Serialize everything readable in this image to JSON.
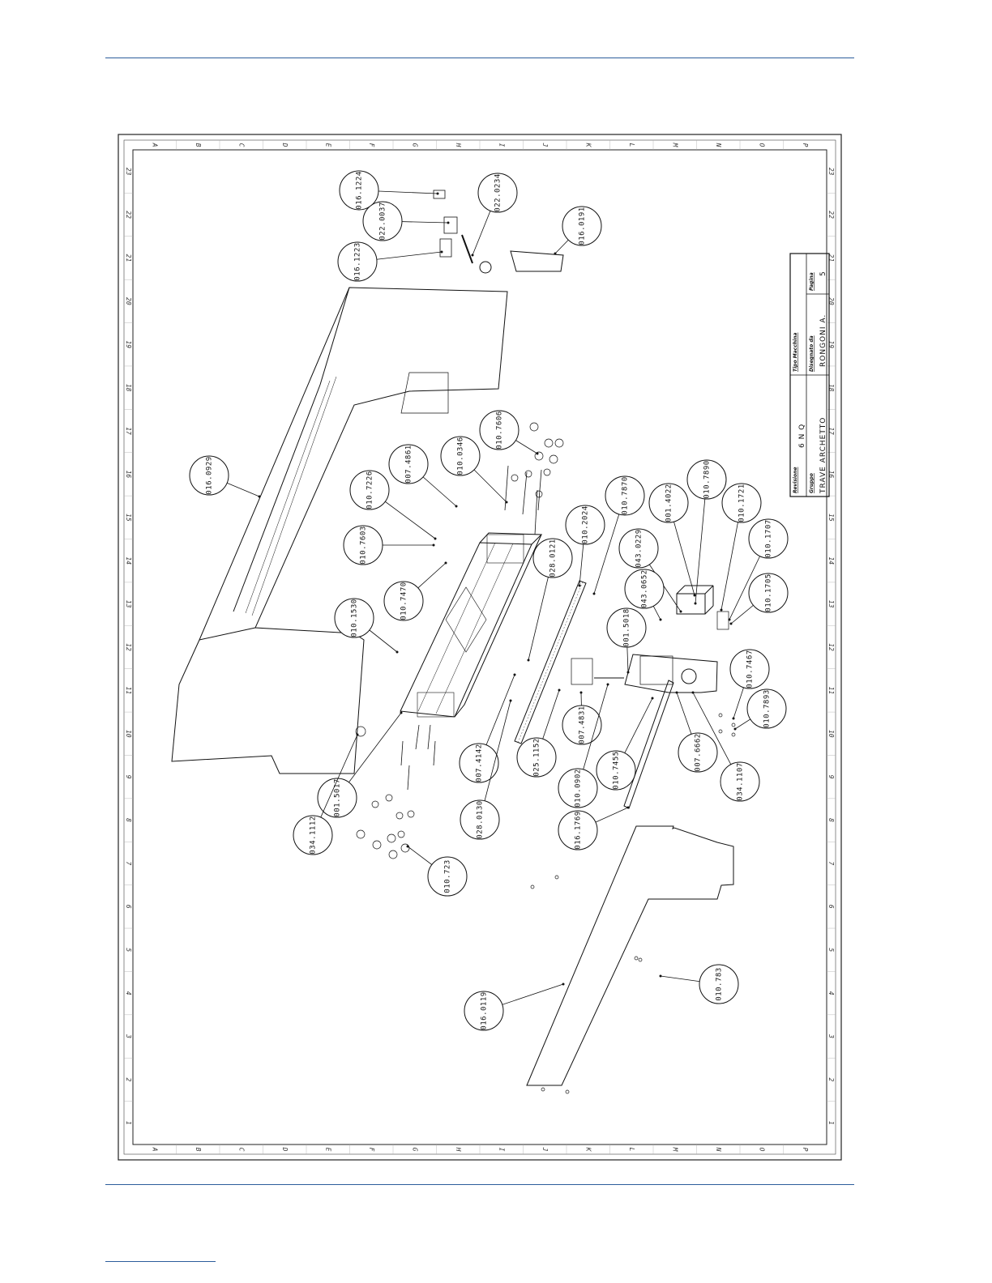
{
  "zones": {
    "letters": [
      "A",
      "B",
      "C",
      "D",
      "E",
      "F",
      "G",
      "H",
      "I",
      "J",
      "K",
      "L",
      "M",
      "N",
      "O",
      "P"
    ],
    "numbers": [
      "1",
      "2",
      "3",
      "4",
      "5",
      "6",
      "7",
      "8",
      "9",
      "10",
      "11",
      "12",
      "13",
      "14",
      "15",
      "16",
      "17",
      "18",
      "19",
      "20",
      "21",
      "22",
      "23"
    ]
  },
  "title_block": {
    "revision_label": "Revisione",
    "group_label": "Gruppo",
    "machine_type_label": "Tipo Macchina",
    "machine_type_value": "6 N Q",
    "designer_label": "Disegnato da",
    "group_value": "TRAVE ARCHETTO",
    "designer_value": "RONGONI A.",
    "page_label": "Pagina",
    "page_value": "5"
  },
  "callouts": [
    {
      "label": "016.1224"
    },
    {
      "label": "022.0037"
    },
    {
      "label": "016.1223"
    },
    {
      "label": "022.0234"
    },
    {
      "label": "016.0191"
    },
    {
      "label": "016.0929"
    },
    {
      "label": "007.4861"
    },
    {
      "label": "010.0346"
    },
    {
      "label": "010.7606"
    },
    {
      "label": "010.7226"
    },
    {
      "label": "010.7603"
    },
    {
      "label": "010.7470"
    },
    {
      "label": "010.1530"
    },
    {
      "label": "010.2024"
    },
    {
      "label": "028.0121"
    },
    {
      "label": "010.7870"
    },
    {
      "label": "001.4022"
    },
    {
      "label": "010.7890"
    },
    {
      "label": "043.0229"
    },
    {
      "label": "043.0652"
    },
    {
      "label": "010.1721"
    },
    {
      "label": "010.1707"
    },
    {
      "label": "010.1705"
    },
    {
      "label": "001.5018"
    },
    {
      "label": "010.7467"
    },
    {
      "label": "010.7893"
    },
    {
      "label": "001.5017"
    },
    {
      "label": "034.1112"
    },
    {
      "label": "007.4142"
    },
    {
      "label": "028.0130"
    },
    {
      "label": "025.1152"
    },
    {
      "label": "007.4831"
    },
    {
      "label": "010.0902"
    },
    {
      "label": "010.7455"
    },
    {
      "label": "007.6662"
    },
    {
      "label": "034.1107"
    },
    {
      "label": "016.1769"
    },
    {
      "label": "010.723"
    },
    {
      "label": "016.0119"
    },
    {
      "label": "010.783"
    }
  ]
}
